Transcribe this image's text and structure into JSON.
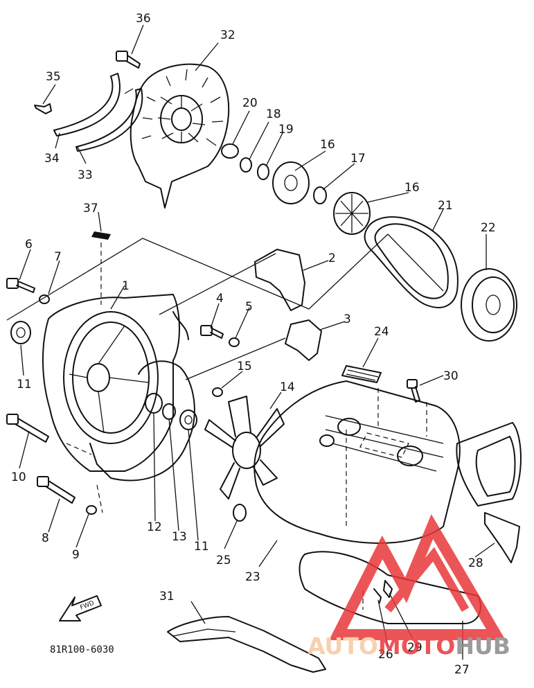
{
  "diagram": {
    "drawing_code": "81R100-6030",
    "fwd_label": "FWD",
    "callouts": [
      {
        "id": "c1",
        "text": "1"
      },
      {
        "id": "c2",
        "text": "2"
      },
      {
        "id": "c3",
        "text": "3"
      },
      {
        "id": "c4",
        "text": "4"
      },
      {
        "id": "c5",
        "text": "5"
      },
      {
        "id": "c6",
        "text": "6"
      },
      {
        "id": "c7",
        "text": "7"
      },
      {
        "id": "c8",
        "text": "8"
      },
      {
        "id": "c9",
        "text": "9"
      },
      {
        "id": "c10",
        "text": "10"
      },
      {
        "id": "c11a",
        "text": "11"
      },
      {
        "id": "c11b",
        "text": "11"
      },
      {
        "id": "c12",
        "text": "12"
      },
      {
        "id": "c13",
        "text": "13"
      },
      {
        "id": "c14",
        "text": "14"
      },
      {
        "id": "c15",
        "text": "15"
      },
      {
        "id": "c16a",
        "text": "16"
      },
      {
        "id": "c16b",
        "text": "16"
      },
      {
        "id": "c17",
        "text": "17"
      },
      {
        "id": "c18",
        "text": "18"
      },
      {
        "id": "c19",
        "text": "19"
      },
      {
        "id": "c20",
        "text": "20"
      },
      {
        "id": "c21",
        "text": "21"
      },
      {
        "id": "c22",
        "text": "22"
      },
      {
        "id": "c23",
        "text": "23"
      },
      {
        "id": "c24",
        "text": "24"
      },
      {
        "id": "c25",
        "text": "25"
      },
      {
        "id": "c26",
        "text": "26"
      },
      {
        "id": "c27",
        "text": "27"
      },
      {
        "id": "c28",
        "text": "28"
      },
      {
        "id": "c29",
        "text": "29"
      },
      {
        "id": "c30",
        "text": "30"
      },
      {
        "id": "c31",
        "text": "31"
      },
      {
        "id": "c32",
        "text": "32"
      },
      {
        "id": "c33",
        "text": "33"
      },
      {
        "id": "c34",
        "text": "34"
      },
      {
        "id": "c35",
        "text": "35"
      },
      {
        "id": "c36",
        "text": "36"
      },
      {
        "id": "c37",
        "text": "37"
      }
    ]
  },
  "watermark": {
    "part1": "AUTO",
    "part2": "MOTO",
    "part3": "HUB",
    "color_light": "#f6c9a0",
    "color_red": "#e8383a",
    "color_dark": "#8a8a8a"
  }
}
